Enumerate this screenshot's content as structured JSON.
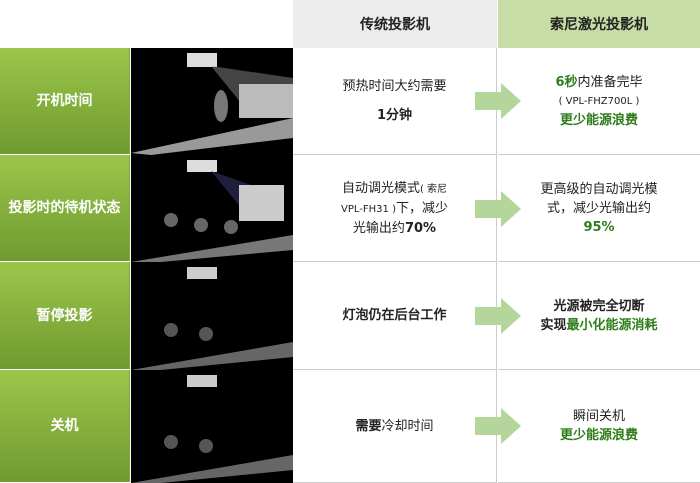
{
  "header": {
    "traditional": "传统投影机",
    "sony": "索尼激光投影机"
  },
  "rows": [
    {
      "label": "开机时间",
      "trad": [
        "预热时间大约需要",
        "1分钟"
      ],
      "sony": {
        "a": "6秒",
        "b": "内准备完毕",
        "model": "( VPL-FHZ700L )",
        "c": "更少能源浪费"
      }
    },
    {
      "label": "投影时的待机状态",
      "trad": {
        "a": "自动调光模式",
        "model": "( 索尼",
        "b": "VPL-FH31 )",
        "c": "下，减少",
        "d": "光输出约",
        "e": "70%"
      },
      "sony": {
        "a": "更高级的自动调光模",
        "b": "式，减少光输出约",
        "c": "95%"
      }
    },
    {
      "label": "暂停投影",
      "trad": "灯泡仍在后台工作",
      "sony": {
        "a": "光源被完全切断",
        "b": "实现",
        "c": "最小化能源消耗"
      }
    },
    {
      "label": "关机",
      "trad": {
        "a": "需要",
        "b": "冷却时间"
      },
      "sony": {
        "a": "瞬间关机",
        "b": "更少能源浪费"
      }
    }
  ],
  "colors": {
    "green_label": "#8db73f",
    "accent_text": "#2e7d1a",
    "arrow": "#b4d69a"
  }
}
